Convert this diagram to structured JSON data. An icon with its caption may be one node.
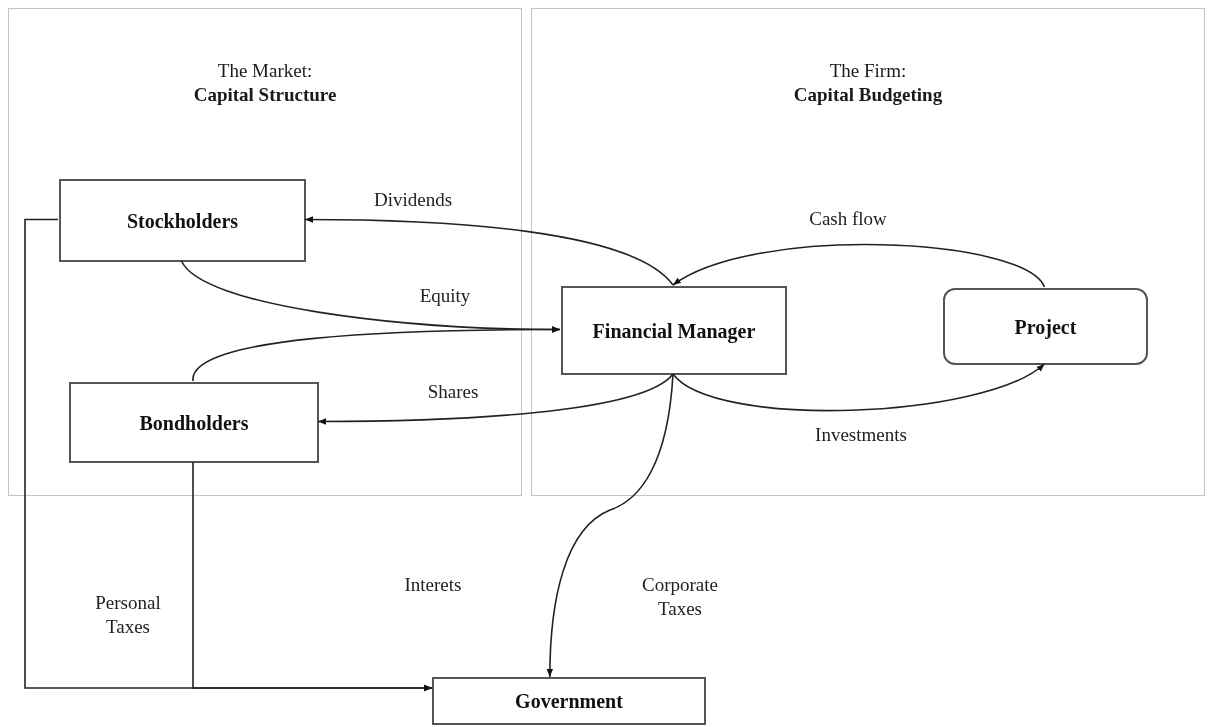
{
  "diagram": {
    "nodes": [
      {
        "text": [
          "The Market:",
          "Capital Structure"
        ]
      },
      {
        "text": [
          "The Firm:",
          "Capital Budgeting"
        ]
      },
      {
        "text": [
          "Stockholders"
        ],
        "in": 0
      },
      {
        "text": [
          "Bondholders"
        ],
        "in": 0
      },
      {
        "text": [
          "Financial Manager"
        ],
        "in": 1
      },
      {
        "text": [
          "Project"
        ],
        "in": 1
      },
      {
        "text": [
          "Government"
        ]
      }
    ],
    "edges": [
      {
        "from": 4,
        "to": 2,
        "arrow": "to",
        "label": "Dividends"
      },
      {
        "from": 2,
        "to": 4,
        "arrow": "to",
        "label": "Equity"
      },
      {
        "from": 3,
        "to": 4,
        "arrow": "to"
      },
      {
        "from": 4,
        "to": 3,
        "arrow": "to",
        "label": "Shares"
      },
      {
        "from": 5,
        "to": 4,
        "arrow": "to",
        "label": "Cash flow"
      },
      {
        "from": 4,
        "to": 5,
        "arrow": "to",
        "label": "Investments"
      },
      {
        "from": 4,
        "to": 6,
        "arrow": "to",
        "label": "Corporate Taxes"
      },
      {
        "from": 2,
        "to": 6,
        "arrow": "to",
        "label": "Personal Taxes"
      },
      {
        "from": 3,
        "to": 6,
        "arrow": "to"
      }
    ],
    "labels": [
      "Interets"
    ]
  }
}
